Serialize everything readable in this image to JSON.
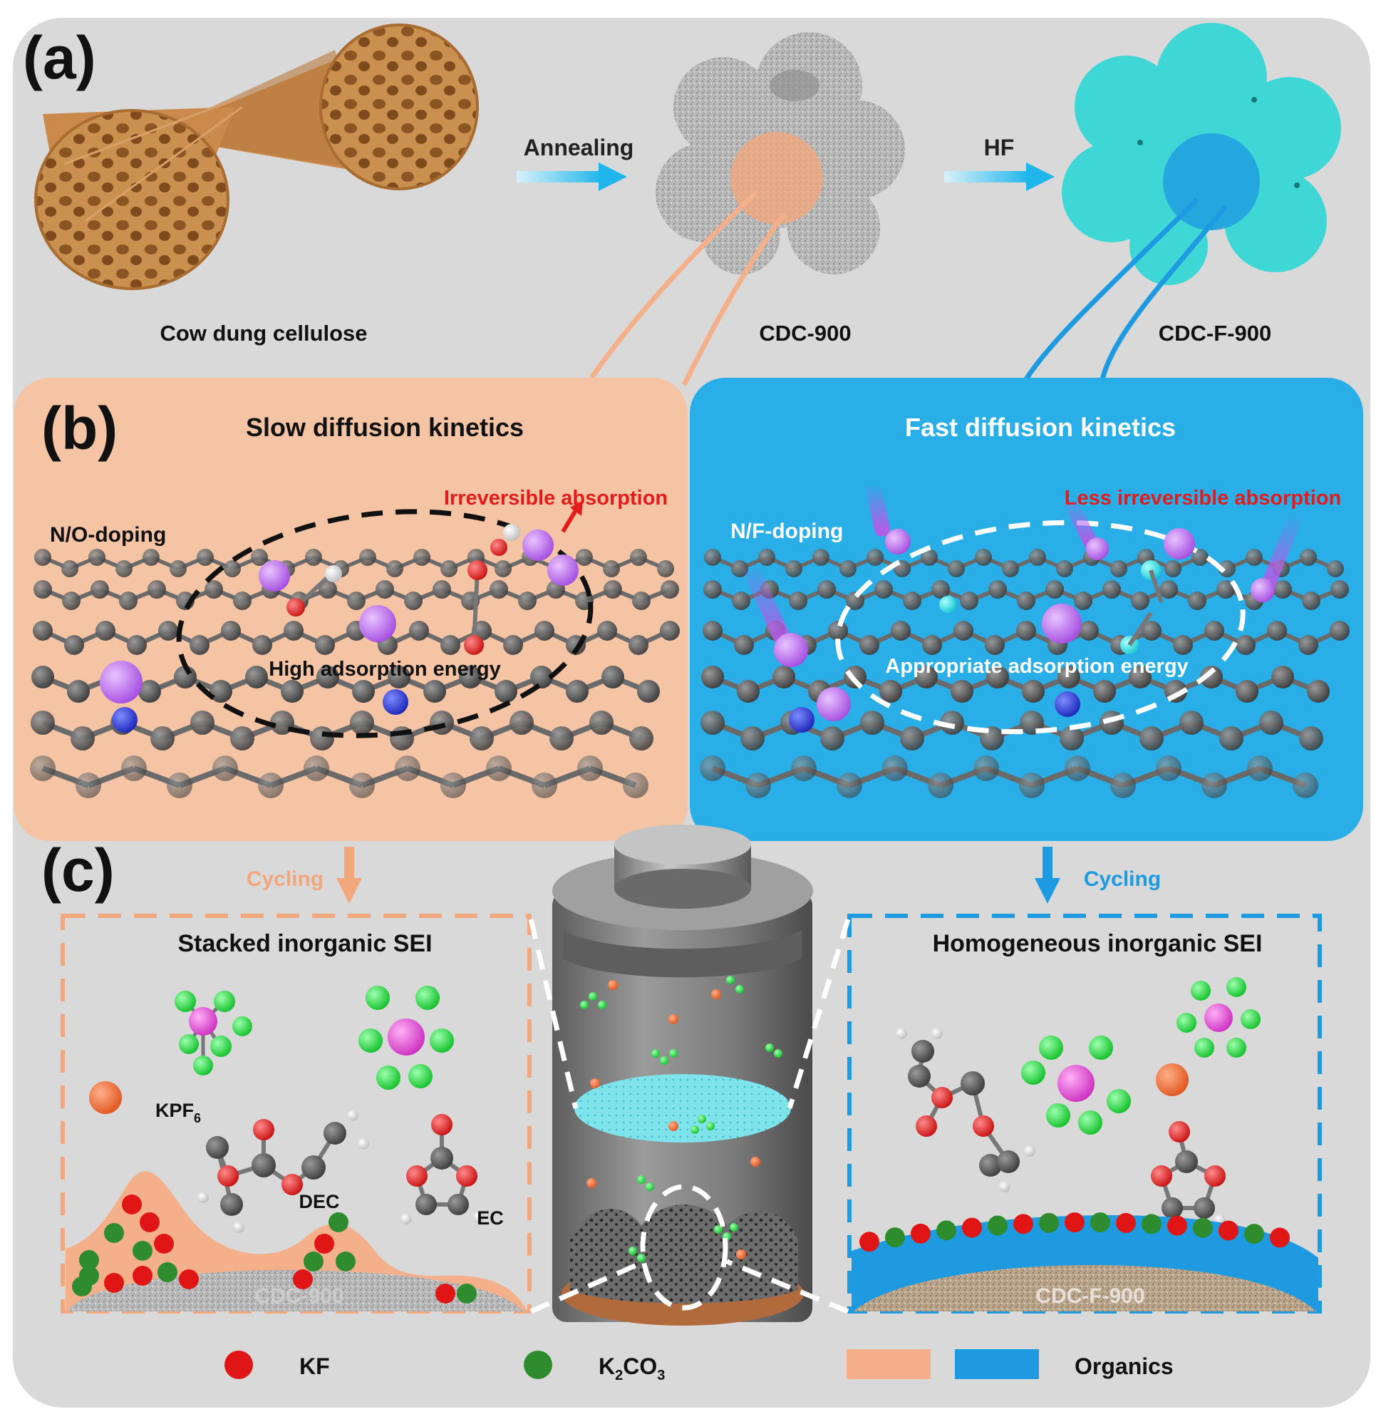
{
  "panels": {
    "a": {
      "letter": "(a)",
      "stage1_label": "Cow dung cellulose",
      "arrow1_label": "Annealing",
      "stage2_label": "CDC-900",
      "arrow2_label": "HF",
      "stage3_label": "CDC-F-900"
    },
    "b": {
      "letter": "(b)",
      "left": {
        "title": "Slow diffusion  kinetics",
        "doping_label": "N/O-doping",
        "absorption_label": "Irreversible absorption",
        "energy_label": "High adsorption energy"
      },
      "right": {
        "title": "Fast diffusion  kinetics",
        "doping_label": "N/F-doping",
        "absorption_label": "Less irreversible absorption",
        "energy_label": "Appropriate adsorption energy"
      }
    },
    "c": {
      "letter": "(c)",
      "left": {
        "cycling_label": "Cycling",
        "title": "Stacked inorganic SEI",
        "salt_label": "KPF",
        "salt_subscript": "6",
        "solvent1_label": "DEC",
        "solvent2_label": "EC",
        "substrate_label": "CDC-900"
      },
      "right": {
        "cycling_label": "Cycling",
        "title": "Homogeneous inorganic SEI",
        "substrate_label": "CDC-F-900"
      }
    }
  },
  "legend": {
    "kf_label": "KF",
    "k2co3_prefix": "K",
    "k2co3_sub": "2",
    "k2co3_suffix": "CO",
    "k2co3_sub2": "3",
    "organics_label": "Organics"
  },
  "colors": {
    "background": "#d9d9d9",
    "orange_panel": "#f4c4a4",
    "blue_panel": "#29aee8",
    "orange_accent": "#f2a87c",
    "blue_accent": "#1e9be0",
    "cyan_material": "#3fd6d6",
    "kf_red": "#e01515",
    "k2co3_green": "#2e8b2e",
    "red_text": "#e31b1b",
    "fluorine_green": "#22e03a",
    "phosphorus_pink": "#e04ad6",
    "potassium_purple": "#b45be8",
    "nitrogen_blue": "#2030d0",
    "oxygen_red": "#e02020",
    "carbon_gray": "#555555"
  }
}
